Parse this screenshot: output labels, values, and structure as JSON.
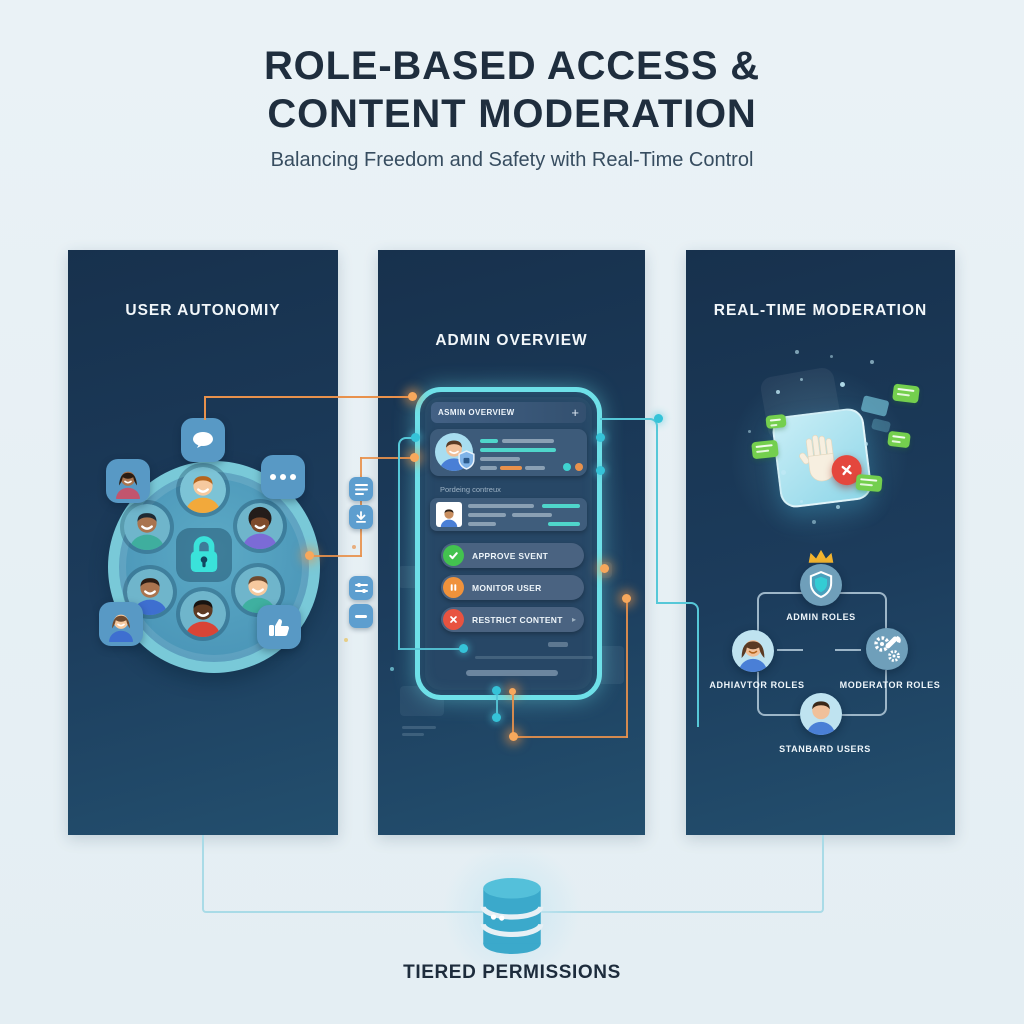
{
  "page": {
    "title_line1": "ROLE-BASED ACCESS &",
    "title_line2": "CONTENT MODERATION",
    "subtitle": "Balancing Freedom and Safety with Real-Time Control"
  },
  "panels": {
    "user_autonomy": {
      "title": "USER AUTONOMIY"
    },
    "admin_overview": {
      "title": "ADMIN OVERVIEW"
    },
    "realtime_moderation": {
      "title": "REAL-TIME MODERATION"
    }
  },
  "phone": {
    "header": {
      "title": "ASMIN OVERVIEW",
      "action": "+"
    },
    "pending_label": "Pordeing contreux",
    "actions": [
      {
        "label": "APPROVE SVENT",
        "icon": "check-icon",
        "color": "#43c24f"
      },
      {
        "label": "MONITOR USER",
        "icon": "pause-icon",
        "color": "#f0923b"
      },
      {
        "label": "RESTRICT CONTENT",
        "icon": "x-icon",
        "color": "#e85340",
        "chevron": "▸"
      }
    ]
  },
  "role_tree": {
    "admin": {
      "label": "ADMIN ROLES",
      "icon": "shield-crown-icon"
    },
    "left": {
      "label": "ADHIAVTOR ROLES",
      "icon": "woman-avatar"
    },
    "right": {
      "label": "MODERATOR ROLES",
      "icon": "tools-icon"
    },
    "bottom": {
      "label": "STANBARD USERS",
      "icon": "man-avatar"
    }
  },
  "footer": {
    "label": "TIERED PERMISSIONS",
    "icon": "database-icon"
  },
  "icons": {
    "lock-icon": "padlock shape",
    "speech-bubble-icon": "white oval bubble",
    "ellipsis-icon": "three dots",
    "thumbs-up-icon": "thumb up",
    "stop-hand-icon": "raised palm with red x badge",
    "database-icon": "teal cylinder"
  },
  "colors": {
    "background": "#e7f0f5",
    "panel": "#1c3c5c",
    "accent_cyan": "#6ee0e8",
    "accent_orange": "#e8914c",
    "accent_green": "#43c24f",
    "accent_red": "#e85340",
    "ring_teal": "#79c9d8"
  }
}
